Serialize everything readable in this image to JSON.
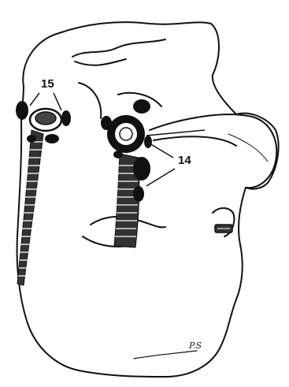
{
  "labels": {
    "label_15": "15",
    "label_14": "14"
  },
  "signature": "P.S",
  "colors": {
    "ink": "#111111",
    "background": "#ffffff"
  }
}
